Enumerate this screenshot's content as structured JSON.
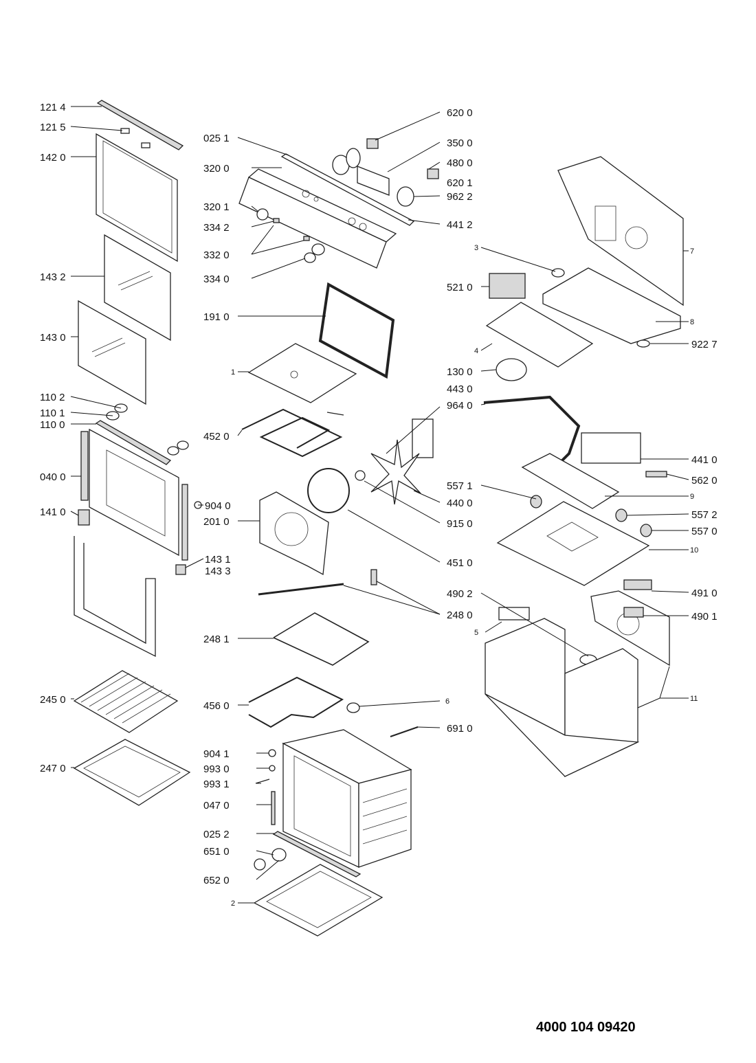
{
  "labels": {
    "l1214": "121 4",
    "l1215": "121 5",
    "l1420": "142 0",
    "l1432": "143 2",
    "l1430": "143 0",
    "l1102": "110 2",
    "l1101": "110 1",
    "l1100": "110 0",
    "l0400": "040 0",
    "l1410": "141 0",
    "l9040": "904 0",
    "l1431": "143 1",
    "l1433": "143 3",
    "l2450": "245 0",
    "l2470": "247 0",
    "l0251": "025 1",
    "l3200": "320 0",
    "l3201": "320 1",
    "l3342": "334 2",
    "l3320": "332 0",
    "l3340": "334 0",
    "l1910": "191 0",
    "l1": "1",
    "l4520": "452 0",
    "l2010": "201 0",
    "l2481": "248 1",
    "l4560": "456 0",
    "l9041": "904 1",
    "l9930": "993 0",
    "l9931": "993 1",
    "l0470": "047 0",
    "l0252": "025 2",
    "l6510": "651 0",
    "l6520": "652 0",
    "l2": "2",
    "l6200": "620 0",
    "l3500": "350 0",
    "l4800": "480 0",
    "l6201": "620 1",
    "l9622": "962 2",
    "l4412": "441 2",
    "l3": "3",
    "l7": "7",
    "l5210": "521 0",
    "l8": "8",
    "l4": "4",
    "l9227": "922 7",
    "l1300": "130 0",
    "l4430": "443 0",
    "l9640": "964 0",
    "l4410": "441 0",
    "l5620": "562 0",
    "l5571": "557 1",
    "l9": "9",
    "l4400": "440 0",
    "l5572": "557 2",
    "l9150": "915 0",
    "l5570": "557 0",
    "l10": "10",
    "l4510": "451 0",
    "l2480": "248 0",
    "l4910": "491 0",
    "l4902": "490 2",
    "l4901": "490 1",
    "l5": "5",
    "l6": "6",
    "l11": "11",
    "l6910": "691 0"
  },
  "document_number": "4000 104 09420"
}
